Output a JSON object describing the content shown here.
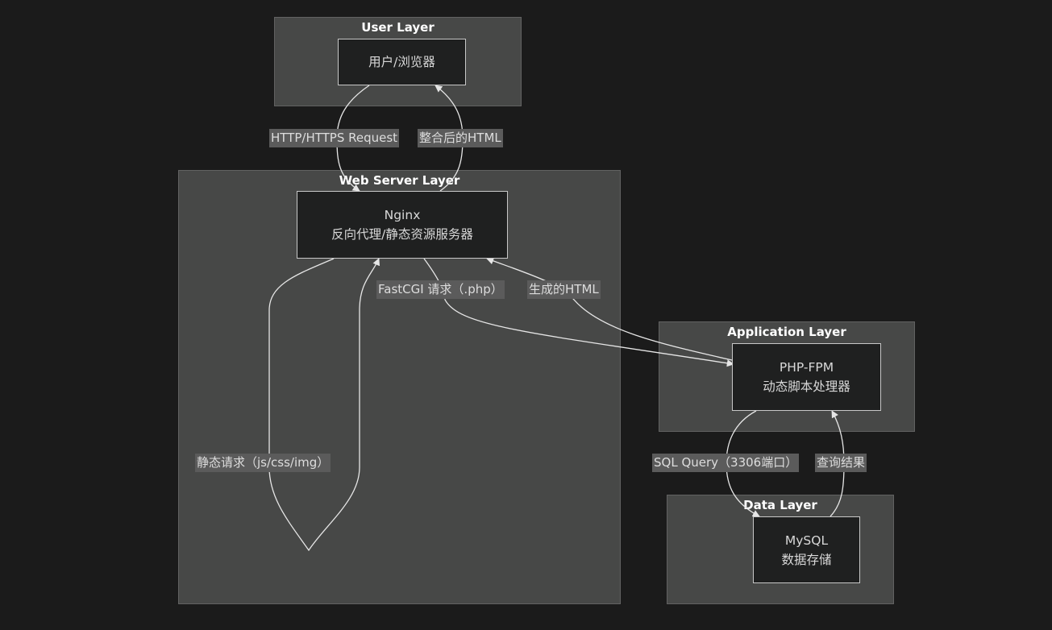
{
  "layers": {
    "user": {
      "title": "User Layer"
    },
    "web": {
      "title": "Web Server Layer"
    },
    "app": {
      "title": "Application Layer"
    },
    "data": {
      "title": "Data Layer"
    }
  },
  "nodes": {
    "browser": {
      "line1": "用户/浏览器"
    },
    "nginx": {
      "line1": "Nginx",
      "line2": "反向代理/静态资源服务器"
    },
    "php": {
      "line1": "PHP-FPM",
      "line2": "动态脚本处理器"
    },
    "mysql": {
      "line1": "MySQL",
      "line2": "数据存储"
    }
  },
  "edges": {
    "http_request": "HTTP/HTTPS Request",
    "html_response": "整合后的HTML",
    "fastcgi": "FastCGI 请求（.php）",
    "generated_html": "生成的HTML",
    "static_request": "静态请求（js/css/img）",
    "sql_query": "SQL Query（3306端口）",
    "query_result": "查询结果"
  }
}
